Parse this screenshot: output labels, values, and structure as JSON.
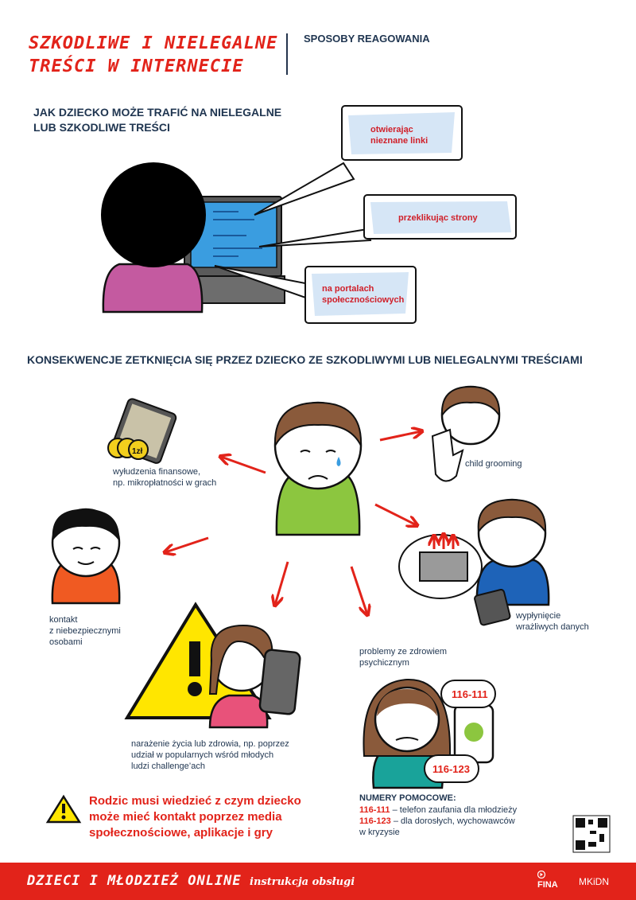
{
  "header": {
    "title_line1": "SZKODLIWE I NIELEGALNE",
    "title_line2": "TREŚCI W INTERNECIE",
    "subtitle": "SPOSOBY REAGOWANIA"
  },
  "section1": {
    "heading_line1": "JAK DZIECKO MOŻE TRAFIĆ NA NIELEGALNE",
    "heading_line2": "LUB SZKODLIWE TREŚCI",
    "bubbles": [
      {
        "line1": "otwierając",
        "line2": "nieznane linki"
      },
      {
        "line1": "przeklikując strony",
        "line2": ""
      },
      {
        "line1": "na portalach",
        "line2": "społecznościowych"
      }
    ]
  },
  "section2": {
    "heading": "KONSEKWENCJE ZETKNIĘCIA SIĘ PRZEZ DZIECKO ZE SZKODLIWYMI LUB NIELEGALNYMI TREŚCIAMI",
    "consequences": {
      "finance": {
        "line1": "wyłudzenia finansowe,",
        "line2": "np. mikropłatności w grach"
      },
      "grooming": {
        "line1": "child grooming"
      },
      "contact": {
        "line1": "kontakt",
        "line2": "z niebezpiecznymi",
        "line3": "osobami"
      },
      "data": {
        "line1": "wypłynięcie",
        "line2": "wrażliwych danych"
      },
      "health": {
        "line1": "problemy ze zdrowiem",
        "line2": "psychicznym"
      },
      "danger": {
        "line1": "narażenie życia lub zdrowia, np. poprzez",
        "line2": "udział w popularnych wśród młodych",
        "line3": "ludzi challenge’ach"
      }
    },
    "coin_label": "1zł",
    "phone_numbers": [
      "116-111",
      "116-123"
    ]
  },
  "warning": {
    "line1": "Rodzic musi wiedzieć z czym dziecko",
    "line2": "może mieć kontakt poprzez media",
    "line3": "społecznościowe, aplikacje i gry"
  },
  "helplines": {
    "title": "NUMERY POMOCOWE:",
    "items": [
      {
        "number": "116-111",
        "text": " – telefon zaufania dla młodzieży"
      },
      {
        "number": "116-123",
        "text": " – dla dorosłych, wychowawców"
      }
    ],
    "tail": "w kryzysie"
  },
  "footer": {
    "title": "DZIECI I MŁODZIEŻ ONLINE",
    "subtitle": "instrukcja obsługi",
    "fina": "FINA",
    "mkidn": "MKiDN"
  },
  "colors": {
    "red": "#e2231a",
    "navy": "#1f3550",
    "bubble_fill": "#d6e6f6",
    "screen": "#3a9de0",
    "green_shirt": "#8cc63f",
    "orange_shirt": "#f05a22",
    "blue_shirt": "#1e63b8",
    "pink_shirt": "#e8527a",
    "purple_shirt": "#c45aa0",
    "teal_shirt": "#19a39a",
    "warning_yellow": "#ffe600"
  }
}
